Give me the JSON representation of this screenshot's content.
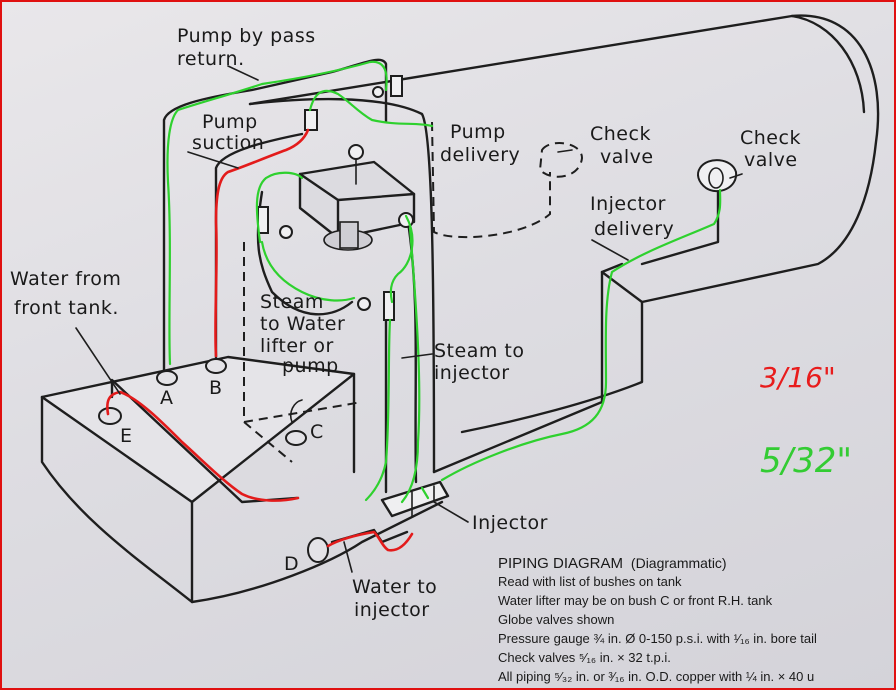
{
  "diagram": {
    "labels": {
      "pump_bypass_return": [
        "Pump by pass",
        "return."
      ],
      "pump_suction": [
        "Pump",
        "suction"
      ],
      "pump_delivery": [
        "Pump",
        "delivery"
      ],
      "check_valve_1": [
        "Check",
        "valve"
      ],
      "check_valve_2": [
        "Check",
        "valve"
      ],
      "injector_delivery": [
        "Injector",
        "delivery"
      ],
      "water_from_front_tank": [
        "Water from",
        "front tank."
      ],
      "steam_to_water_lifter": [
        "Steam",
        "to Water",
        "lifter or",
        "pump"
      ],
      "steam_to_injector": [
        "Steam to",
        "injector"
      ],
      "injector": "Injector",
      "water_to_injector": [
        "Water to",
        "injector"
      ]
    },
    "bushes": [
      "A",
      "B",
      "C",
      "D",
      "E"
    ]
  },
  "notes": {
    "title": "PIPING DIAGRAM",
    "title_suffix": "(Diagrammatic)",
    "lines": [
      "Read with list of bushes on tank",
      "Water lifter may be on bush C or front R.H. tank",
      "Globe valves shown",
      "Pressure gauge ¾ in. Ø 0-150 p.s.i. with ¹⁄₁₆ in. bore tail",
      "Check valves ⁵⁄₁₆ in. × 32 t.p.i.",
      "All piping ⁵⁄₃₂ in. or ³⁄₁₆ in. O.D. copper with ¼ in. × 40 u"
    ]
  },
  "annotations": {
    "red_size": "3/16\"",
    "green_size": "5/32\"",
    "red_color": "#e31b1b",
    "green_color": "#2ed12e"
  }
}
